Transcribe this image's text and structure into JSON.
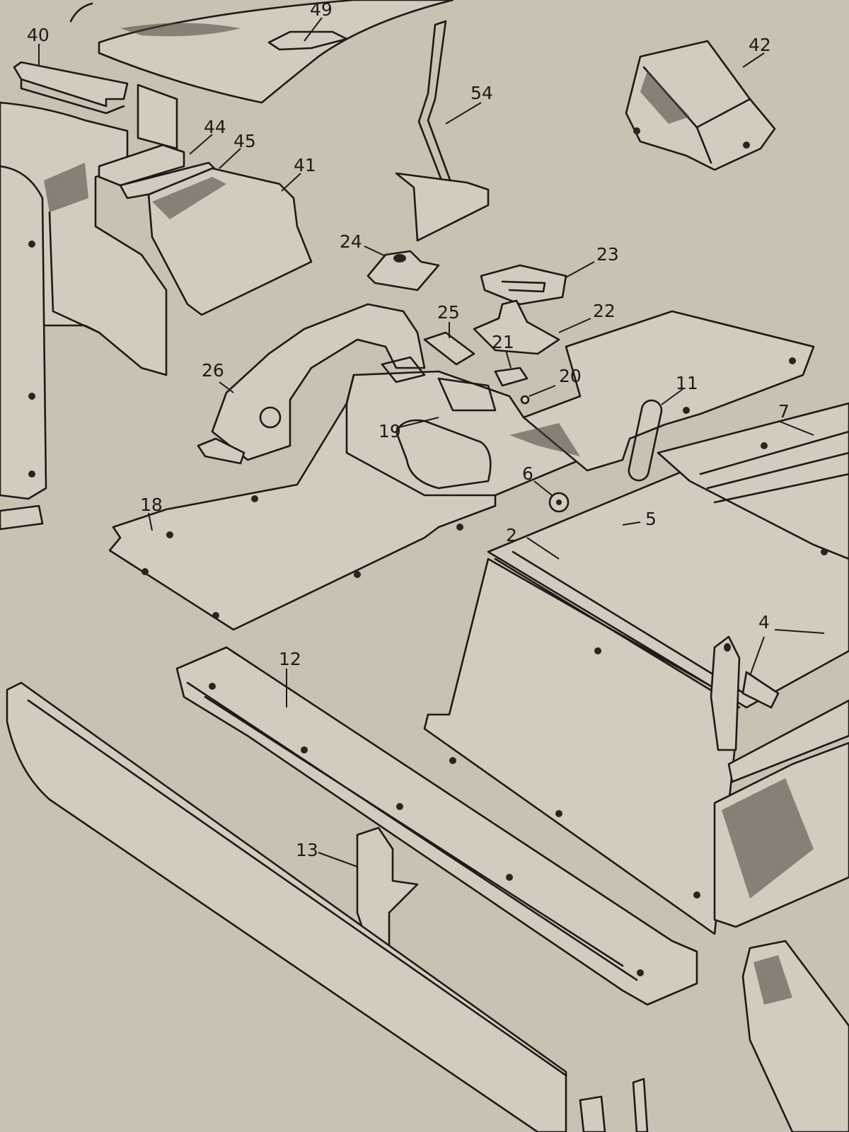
{
  "callouts": {
    "c2": "2",
    "c4": "4",
    "c5": "5",
    "c6": "6",
    "c7": "7",
    "c11": "11",
    "c12": "12",
    "c13": "13",
    "c18": "18",
    "c19": "19",
    "c20": "20",
    "c21": "21",
    "c22": "22",
    "c23": "23",
    "c24": "24",
    "c25": "25",
    "c26": "26",
    "c40": "40",
    "c41": "41",
    "c42": "42",
    "c44": "44",
    "c45": "45",
    "c49": "49",
    "c54": "54"
  },
  "colors": {
    "paper": "#c9c1b2",
    "ink": "#1e1a16"
  }
}
